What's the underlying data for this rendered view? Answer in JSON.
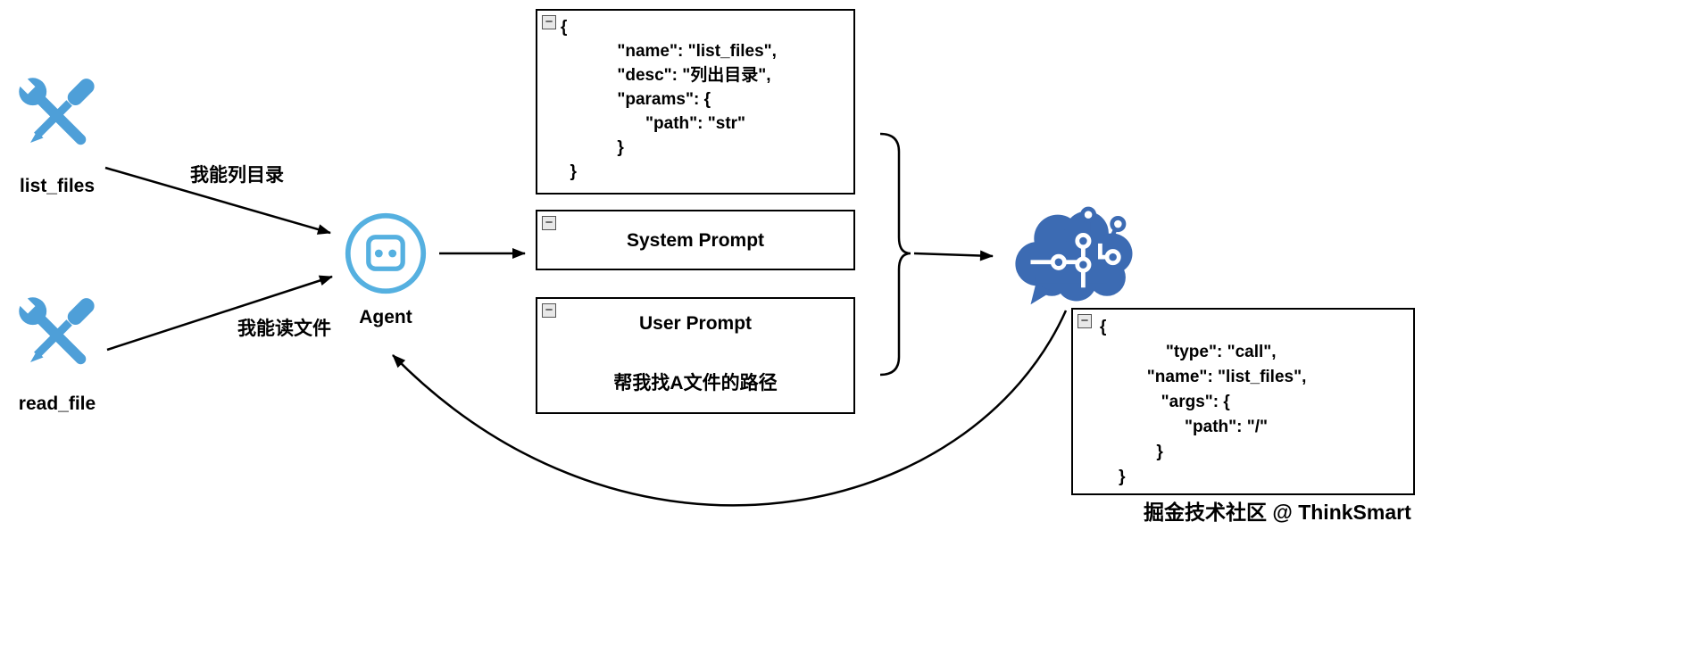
{
  "colors": {
    "tool": "#4E9FD8",
    "agent": "#55B0E0",
    "brain": "#3C6BB3",
    "connector": "#000000"
  },
  "icons": {
    "collapse_glyph": "−"
  },
  "tools": [
    {
      "name": "list_files",
      "message": "我能列目录"
    },
    {
      "name": "read_file",
      "message": "我能读文件"
    }
  ],
  "agent": {
    "label": "Agent"
  },
  "tool_schema_box": {
    "code": "{\n            \"name\": \"list_files\",\n            \"desc\": \"列出目录\",\n            \"params\": {\n                  \"path\": \"str\"\n            }\n  }"
  },
  "system_prompt_box": {
    "title": "System Prompt"
  },
  "user_prompt_box": {
    "title": "User Prompt",
    "content": "帮我找A文件的路径"
  },
  "llm_call_box": {
    "code": "{\n              \"type\": \"call\",\n          \"name\": \"list_files\",\n             \"args\": {\n                  \"path\": \"/\"\n            }\n    }"
  },
  "watermark": "掘金技术社区 @ ThinkSmart"
}
